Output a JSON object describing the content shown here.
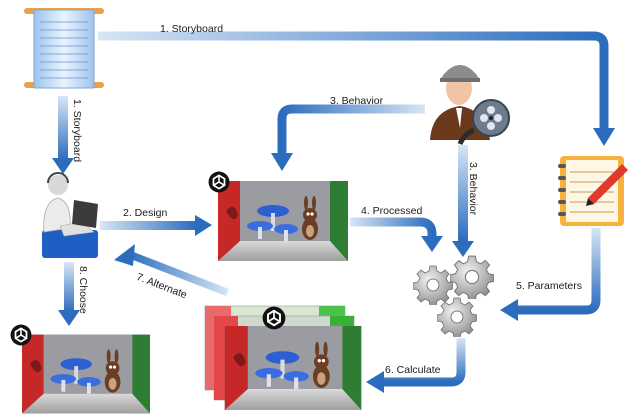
{
  "labels": {
    "storyboard_top": "1. Storyboard",
    "storyboard_side": "1. Storyboard",
    "design": "2. Design",
    "behavior_top": "3. Behavior",
    "behavior_side": "3. Behavior",
    "processed": "4. Processed",
    "parameters": "5. Parameters",
    "calculate": "6. Calculate",
    "alternate": "7. Alternate",
    "choose": "8. Choose"
  },
  "colors": {
    "arrow_dark": "#2f6fbf",
    "arrow_light": "#cfe0f3",
    "scene_red": "#c62828",
    "scene_green": "#2e7d32",
    "scene_floor": "#bdbdbd"
  },
  "icons": {
    "storyboard": "scroll-icon",
    "designer": "designer-icon",
    "director": "director-icon",
    "film": "film-reel-icon",
    "notepad": "notepad-icon",
    "gears": "gears-icon",
    "unity": "unity-logo-icon"
  }
}
